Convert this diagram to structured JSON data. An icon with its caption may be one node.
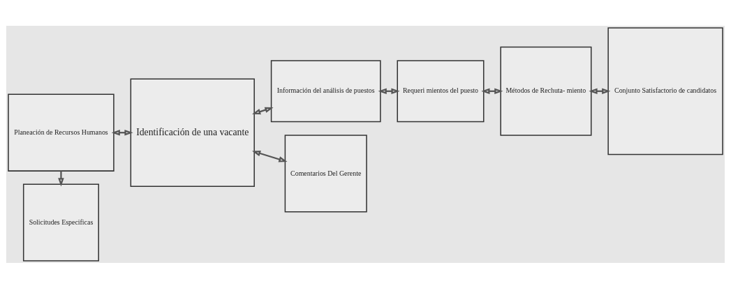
{
  "diagram": {
    "nodes": [
      {
        "text": [
          "Planeación de Recursos Humanos"
        ]
      },
      {
        "text": [
          "Solicitudes Especificas"
        ]
      },
      {
        "text": [
          "Identificación de una vacante"
        ]
      },
      {
        "text": [
          "Información del análisis de puestos"
        ]
      },
      {
        "text": [
          "Comentarios Del Gerente"
        ]
      },
      {
        "text": [
          "Requeri mientos del puesto"
        ]
      },
      {
        "text": [
          "Métodos de Rechuta- miento"
        ]
      },
      {
        "text": [
          "Conjunto Satisfactorio de candidatos"
        ]
      }
    ],
    "edges": [
      {
        "from": 0,
        "to": 1,
        "arrow": "to"
      },
      {
        "from": 0,
        "to": 2,
        "arrow": "both"
      },
      {
        "from": 2,
        "to": 3,
        "arrow": "both"
      },
      {
        "from": 2,
        "to": 4,
        "arrow": "both"
      },
      {
        "from": 3,
        "to": 5,
        "arrow": "both"
      },
      {
        "from": 5,
        "to": 6,
        "arrow": "both"
      },
      {
        "from": 6,
        "to": 7,
        "arrow": "both"
      }
    ]
  }
}
